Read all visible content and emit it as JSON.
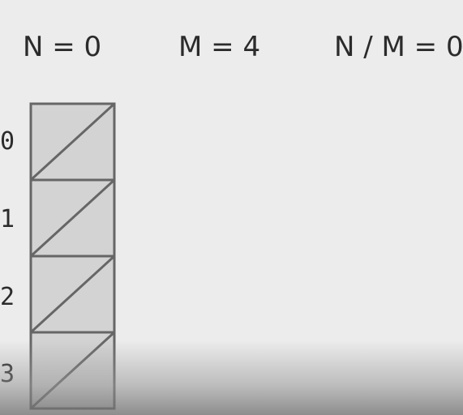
{
  "stats": {
    "n_label": "N = 0",
    "m_label": "M = 4",
    "ratio_label": "N / M = 0"
  },
  "array": {
    "size": 4,
    "filled_count": 0,
    "indices": [
      "0",
      "1",
      "2",
      "3"
    ],
    "cell_fill": "#d3d3d3",
    "cell_stroke": "#666666"
  },
  "colors": {
    "background": "#ececec",
    "text": "#2b2b2b"
  }
}
